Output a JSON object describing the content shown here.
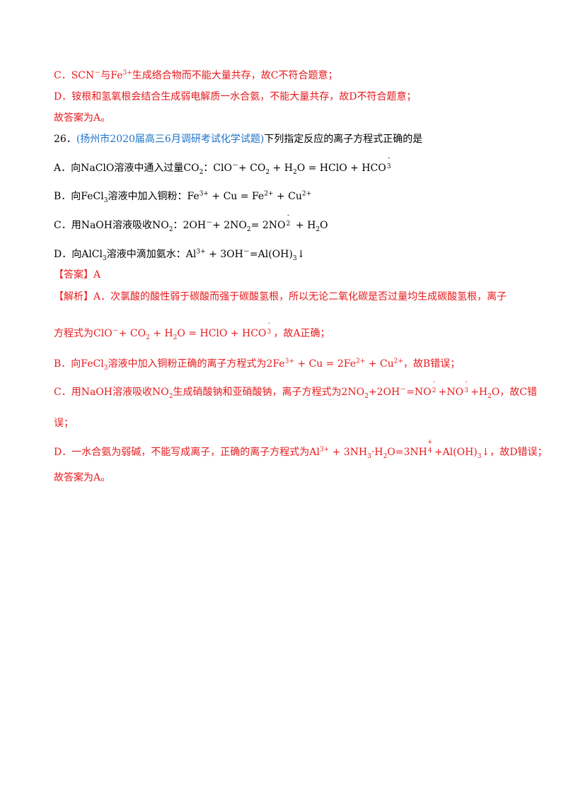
{
  "c_prev": {
    "a": "C．SCN",
    "b": "－",
    "c": "与Fe",
    "d": "3+",
    "e": "生成络合物而不能大量共存，故C不符合题意；"
  },
  "d_prev": "D．铵根和氢氧根会结合生成弱电解质一水合氨，不能大量共存，故D不符合题意；",
  "ans_prev": "故答案为A。",
  "q": {
    "num": "26．",
    "source": "(扬州市2020届高三6月调研考试化学试题)",
    "stem": "下列指定反应的离子方程式正确的是",
    "optA": {
      "a": "A．向NaClO溶液中通入过量CO",
      "b": "2",
      "c": "：ClO",
      "d": "－",
      "e": "+ CO",
      "f": "2",
      "g": " + H",
      "h": "2",
      "i": "O = HClO + HCO",
      "top": "-",
      "bot": "3"
    },
    "optB": {
      "a": "B．向FeCl",
      "b": "3",
      "c": "溶液中加入铜粉：Fe",
      "d": "3+",
      "e": " + Cu = Fe",
      "f": "2+",
      "g": " + Cu",
      "h": "2+"
    },
    "optC": {
      "a": "C．用NaOH溶液吸收NO",
      "b": "2",
      "c": "：2OH",
      "d": "－",
      "e": "+ 2NO",
      "f": "2",
      "g": " = 2NO",
      "top": "-",
      "bot": "2",
      "h": " + H",
      "i": "2",
      "j": "O"
    },
    "optD": {
      "a": "D．向AlCl",
      "b": "3",
      "c": "溶液中滴加氨水：Al",
      "d": "3+",
      "e": " + 3OH",
      "f": "－",
      "g": "=Al(OH)",
      "h": "3",
      "i": "↓"
    }
  },
  "answer": {
    "label": "【答案】",
    "value": "A"
  },
  "analysis": {
    "label": "【解析】",
    "l1": "A．次氯酸的酸性弱于碳酸而强于碳酸氢根，所以无论二氧化碳是否过量均生成碳酸氢根，离子",
    "l2": {
      "a": "方程式为ClO",
      "b": "－",
      "c": "+ CO",
      "d": "2",
      "e": " + H",
      "f": "2",
      "g": "O = HClO + HCO",
      "top": "-",
      "bot": "3",
      "h": "，故A正确；"
    },
    "l3": {
      "a": "B．向FeCl",
      "b": "3",
      "c": "溶液中加入铜粉正确的离子方程式为2Fe",
      "d": "3+",
      "e": " + Cu = 2Fe",
      "f": "2+",
      "g": " + Cu",
      "h": "2+",
      "i": "，故B错误；"
    },
    "l4": {
      "a": "C．用NaOH溶液吸收NO",
      "b": "2",
      "c": "生成硝酸钠和亚硝酸钠，离子方程式为2NO",
      "d": "2",
      "e": "+2OH",
      "f": "－",
      "g": "=NO",
      "top1": "-",
      "bot1": "2",
      "h": "+NO",
      "top2": "-",
      "bot2": "3",
      "i": "+H",
      "j": "2",
      "k": "O，故C错"
    },
    "l5": "误；",
    "l6": {
      "a": "D．一水合氨为弱碱，不能写成离子，正确的离子方程式为Al",
      "b": "3+",
      "c": " + 3NH",
      "d": "3",
      "e": "·H",
      "f": "2",
      "g": "O=3NH",
      "top": "+",
      "bot": "4",
      "h": "+Al(OH)",
      "i": "3",
      "j": "↓，故D错误；"
    },
    "l7": "故答案为A。"
  }
}
